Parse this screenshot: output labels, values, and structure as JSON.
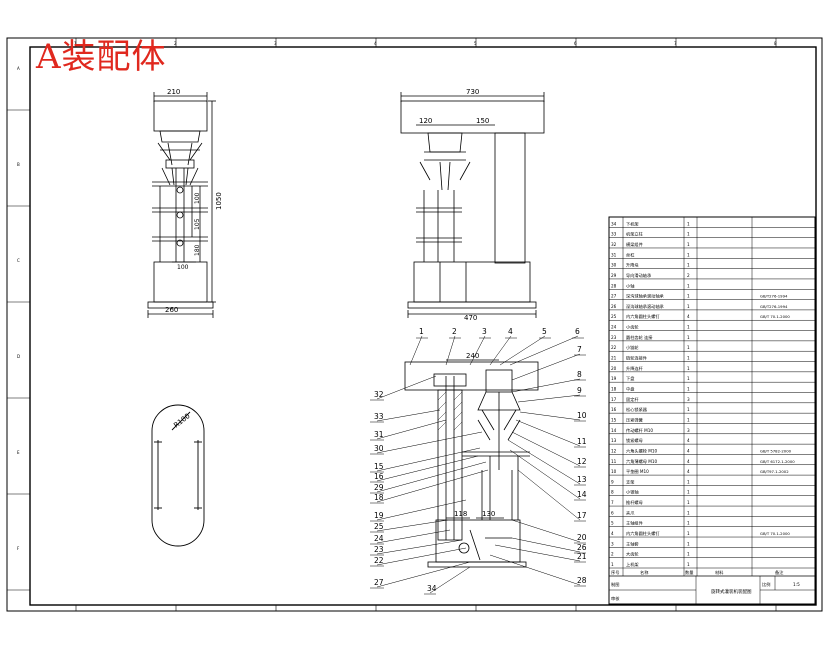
{
  "title": "A装配体",
  "dimensions": {
    "front_width": "210",
    "front_height": "1050",
    "front_base": "260",
    "front_inner_1": "100",
    "front_inner_2": "105",
    "front_inner_3": "180",
    "front_inner_4": "100",
    "side_width": "730",
    "side_a": "120",
    "side_b": "150",
    "side_base": "470",
    "top_radius": "R100",
    "section_dim_top": "240",
    "section_dim_mid_a": "118",
    "section_dim_mid_b": "130"
  },
  "border_columns": [
    "1",
    "2",
    "3",
    "4",
    "5",
    "6",
    "7",
    "8"
  ],
  "border_rows": [
    "A",
    "B",
    "C",
    "D",
    "E",
    "F"
  ],
  "balloons_top": [
    "1",
    "2",
    "3",
    "4",
    "5",
    "6"
  ],
  "balloons_right": [
    "7",
    "8",
    "9",
    "10",
    "11",
    "12",
    "13",
    "14",
    "17",
    "20",
    "26",
    "21",
    "28"
  ],
  "balloons_left": [
    "32",
    "33",
    "31",
    "30",
    "15",
    "16",
    "29",
    "18",
    "19",
    "25",
    "24",
    "23",
    "22",
    "27"
  ],
  "balloon_bottom": "34",
  "bom": {
    "rows": [
      {
        "no": "34",
        "name": "下机架",
        "qty": "1",
        "note": ""
      },
      {
        "no": "33",
        "name": "机架立柱",
        "qty": "1",
        "note": ""
      },
      {
        "no": "32",
        "name": "横梁组件",
        "qty": "1",
        "note": ""
      },
      {
        "no": "31",
        "name": "丝杠",
        "qty": "1",
        "note": ""
      },
      {
        "no": "30",
        "name": "升降块",
        "qty": "1",
        "note": ""
      },
      {
        "no": "29",
        "name": "导向滑动轴承",
        "qty": "2",
        "note": ""
      },
      {
        "no": "28",
        "name": "小轴",
        "qty": "1",
        "note": ""
      },
      {
        "no": "27",
        "name": "深沟球轴承滚动轴承",
        "qty": "1",
        "note": "GB/T276-1994"
      },
      {
        "no": "26",
        "name": "深沟球轴承滚动轴承",
        "qty": "1",
        "note": "GB/T276-1994"
      },
      {
        "no": "25",
        "name": "内六角圆柱头螺钉",
        "qty": "4",
        "note": "GB/T 70.1-2000"
      },
      {
        "no": "24",
        "name": "小齿轮",
        "qty": "1",
        "note": ""
      },
      {
        "no": "23",
        "name": "圆柱齿轮 连接",
        "qty": "1",
        "note": ""
      },
      {
        "no": "22",
        "name": "小链轮",
        "qty": "1",
        "note": ""
      },
      {
        "no": "21",
        "name": "链轮连接件",
        "qty": "1",
        "note": ""
      },
      {
        "no": "20",
        "name": "升降连杆",
        "qty": "1",
        "note": ""
      },
      {
        "no": "19",
        "name": "下盘",
        "qty": "1",
        "note": ""
      },
      {
        "no": "18",
        "name": "中盘",
        "qty": "1",
        "note": ""
      },
      {
        "no": "17",
        "name": "固定杆",
        "qty": "3",
        "note": ""
      },
      {
        "no": "16",
        "name": "松心锁紧器",
        "qty": "1",
        "note": ""
      },
      {
        "no": "15",
        "name": "压紧弹簧",
        "qty": "1",
        "note": ""
      },
      {
        "no": "14",
        "name": "传动螺杆 M10",
        "qty": "3",
        "note": ""
      },
      {
        "no": "13",
        "name": "锁紧螺母",
        "qty": "4",
        "note": ""
      },
      {
        "no": "12",
        "name": "六角头螺栓 M10",
        "qty": "4",
        "note": "GB/T 5782-2000"
      },
      {
        "no": "11",
        "name": "六角薄螺母 M10",
        "qty": "4",
        "note": "GB/T 6172.1-2000"
      },
      {
        "no": "10",
        "name": "平垫圈 M10",
        "qty": "4",
        "note": "GB/T97.1-2002"
      },
      {
        "no": "9",
        "name": "支架",
        "qty": "1",
        "note": ""
      },
      {
        "no": "8",
        "name": "小锥轴",
        "qty": "1",
        "note": ""
      },
      {
        "no": "7",
        "name": "推杆螺母",
        "qty": "1",
        "note": ""
      },
      {
        "no": "6",
        "name": "夹爪",
        "qty": "1",
        "note": ""
      },
      {
        "no": "5",
        "name": "主轴组件",
        "qty": "1",
        "note": ""
      },
      {
        "no": "4",
        "name": "内六角圆柱头螺钉",
        "qty": "1",
        "note": "GB/T 70.1-2000"
      },
      {
        "no": "3",
        "name": "主轴套",
        "qty": "1",
        "note": ""
      },
      {
        "no": "2",
        "name": "大齿轮",
        "qty": "1",
        "note": ""
      },
      {
        "no": "1",
        "name": "上机架",
        "qty": "1",
        "note": ""
      }
    ],
    "header": {
      "no": "序号",
      "name": "名称",
      "qty": "数量",
      "material": "材料",
      "note": "备注"
    },
    "title_block": {
      "drawing_name": "旋转式灌装机装配图",
      "scale_label": "比例",
      "scale_value": "1:5",
      "drawn": "制图",
      "check": "审核"
    }
  }
}
